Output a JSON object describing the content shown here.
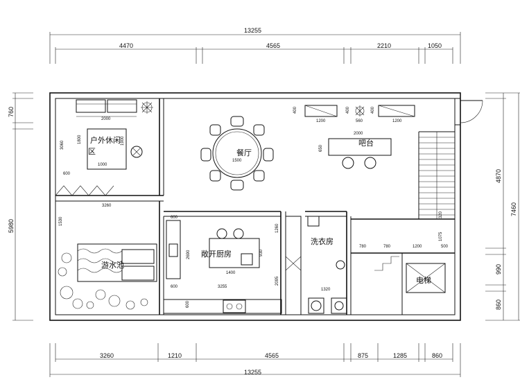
{
  "plan": {
    "rooms": {
      "outdoor_leisure_line1": "户外休闲",
      "outdoor_leisure_line2": "区",
      "dining": "餐厅",
      "bar": "吧台",
      "open_kitchen": "敞开厨房",
      "laundry": "洗衣房",
      "pool": "游水池",
      "elevator": "电梯"
    },
    "dims_top": {
      "total": "13255",
      "seg1": "4470",
      "seg2": "4565",
      "seg3": "2210",
      "seg4": "1050"
    },
    "dims_bottom": {
      "total": "13255",
      "seg1": "3260",
      "seg2": "1210",
      "seg3": "4565",
      "seg4": "875",
      "seg5": "1285",
      "seg6": "860"
    },
    "dims_left": {
      "a": "760",
      "b": "5980"
    },
    "dims_right": {
      "a": "4870",
      "b": "7460",
      "c": "990",
      "d": "860"
    },
    "dims_inner": {
      "d2000a": "2000",
      "d3060": "3060",
      "d1800": "1800",
      "d1900": "1900",
      "d1000": "1000",
      "d600a": "600",
      "d3260": "3260",
      "d1530": "1530",
      "d1500": "1500",
      "d400a": "400",
      "d400b": "400",
      "d400c": "400",
      "d1200a": "1200",
      "d1200b": "1200",
      "d560": "560",
      "d2000b": "2000",
      "d650": "650",
      "d600b": "600",
      "d2690": "2690",
      "d600c": "600",
      "d1400": "1400",
      "d930": "930",
      "d3255": "3255",
      "d1260": "1260",
      "d2095": "2095",
      "d1320": "1320",
      "d780a": "780",
      "d780b": "780",
      "d1200c": "1200",
      "d500": "500",
      "d1075": "1075",
      "d320": "320",
      "d600d": "600"
    }
  }
}
